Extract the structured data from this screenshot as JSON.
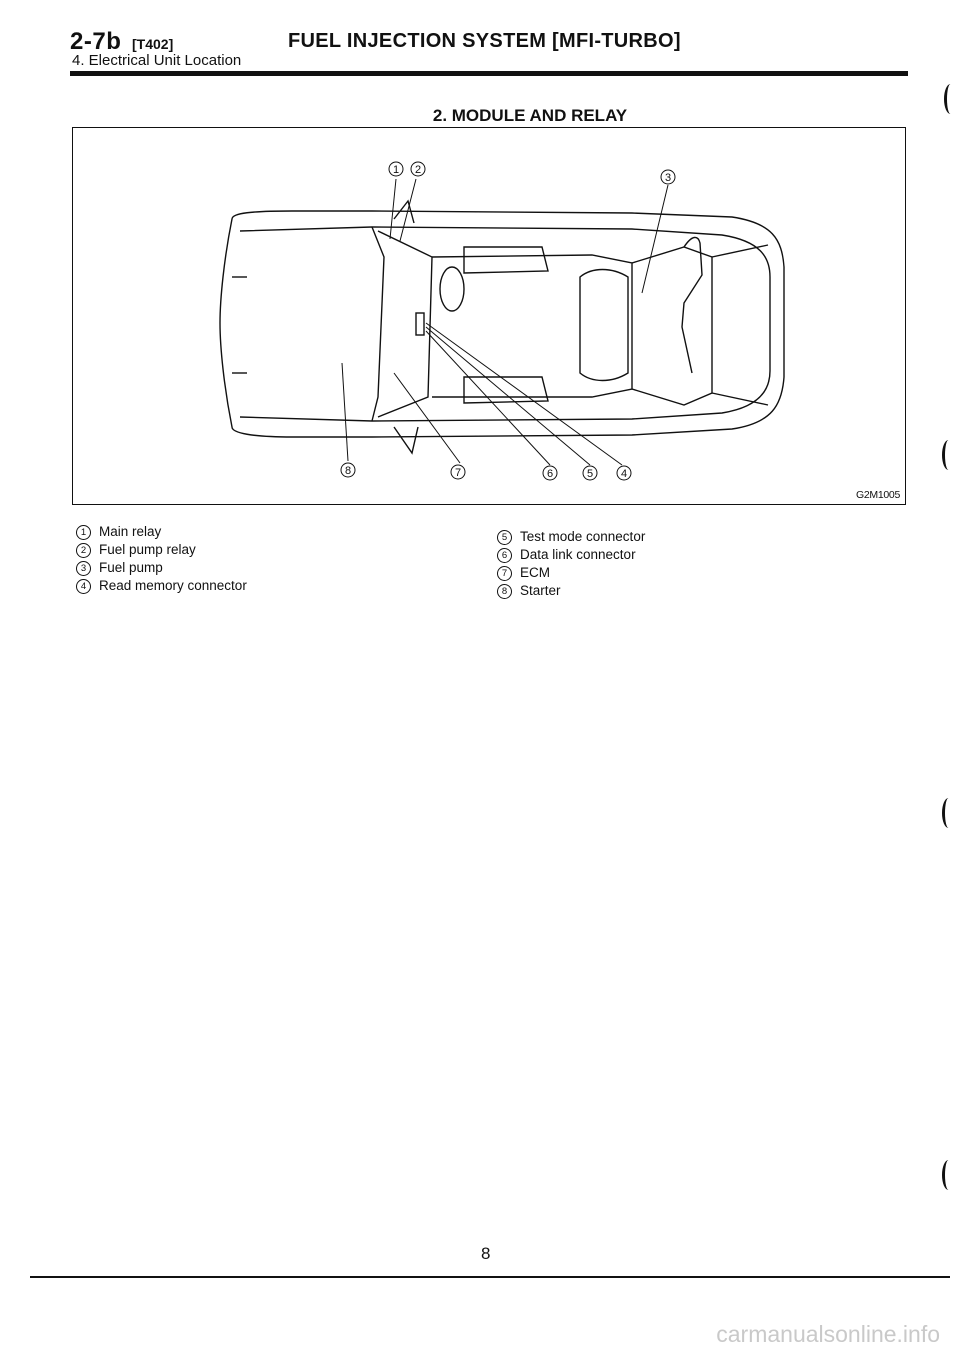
{
  "header": {
    "section_number": "2-7b",
    "section_code": "[T402]",
    "title": "FUEL INJECTION SYSTEM [MFI-TURBO]",
    "subtitle": "4. Electrical Unit Location"
  },
  "section": {
    "heading": "2. MODULE AND RELAY"
  },
  "figure": {
    "code": "G2M1005",
    "callouts": [
      "1",
      "2",
      "3",
      "4",
      "5",
      "6",
      "7",
      "8"
    ]
  },
  "legend": {
    "left": [
      {
        "num": "1",
        "label": "Main relay"
      },
      {
        "num": "2",
        "label": "Fuel pump relay"
      },
      {
        "num": "3",
        "label": "Fuel pump"
      },
      {
        "num": "4",
        "label": "Read memory connector"
      }
    ],
    "right": [
      {
        "num": "5",
        "label": "Test mode connector"
      },
      {
        "num": "6",
        "label": "Data link connector"
      },
      {
        "num": "7",
        "label": "ECM"
      },
      {
        "num": "8",
        "label": "Starter"
      }
    ]
  },
  "footer": {
    "page_number": "8",
    "watermark": "carmanualsonline.info"
  }
}
